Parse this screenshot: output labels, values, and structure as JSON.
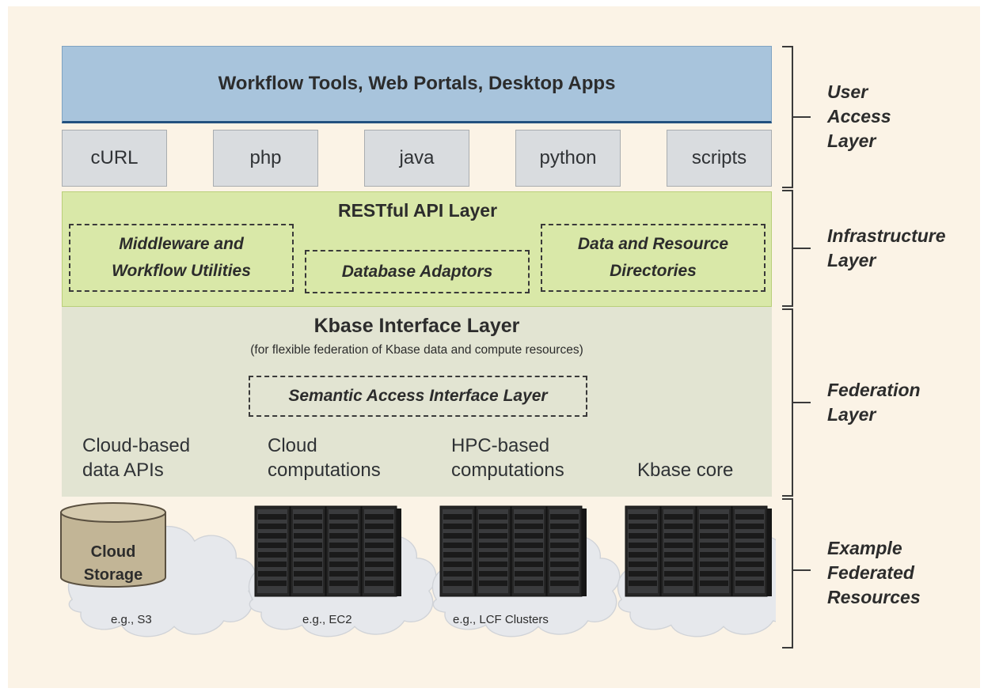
{
  "user_access": {
    "title": "Workflow Tools, Web Portals, Desktop Apps",
    "clients": [
      "cURL",
      "php",
      "java",
      "python",
      "scripts"
    ]
  },
  "infrastructure": {
    "title": "RESTful API Layer",
    "boxes": [
      {
        "line1": "Middleware and",
        "line2": "Workflow Utilities"
      },
      {
        "line1": "Database Adaptors"
      },
      {
        "line1": "Data and Resource",
        "line2": "Directories"
      }
    ]
  },
  "federation": {
    "title": "Kbase Interface Layer",
    "subtitle": "(for flexible federation of Kbase data and compute resources)",
    "semantic_box": "Semantic Access Interface Layer",
    "resource_types": [
      {
        "line1": "Cloud-based",
        "line2": "data APIs"
      },
      {
        "line1": "Cloud",
        "line2": "computations"
      },
      {
        "line1": "HPC-based",
        "line2": "computations"
      },
      {
        "line1": "Kbase core"
      }
    ]
  },
  "resources": {
    "storage_label_1": "Cloud",
    "storage_label_2": "Storage",
    "examples": [
      "e.g., S3",
      "e.g., EC2",
      "e.g., LCF Clusters"
    ]
  },
  "side_labels": [
    {
      "line1": "User",
      "line2": "Access",
      "line3": "Layer"
    },
    {
      "line1": "Infrastructure",
      "line2": "Layer"
    },
    {
      "line1": "Federation",
      "line2": "Layer"
    },
    {
      "line1": "Example",
      "line2": "Federated",
      "line3": "Resources"
    }
  ],
  "colors": {
    "user_access_bar": "#a8c4dc",
    "client_box": "#d9dcdf",
    "infrastructure": "#d9e8a8",
    "federation": "#e2e4d2",
    "background": "#fbf3e6",
    "cloud": "#e6e8ec",
    "storage": "#c2b596"
  },
  "icons": [
    "cylinder-storage-icon",
    "server-rack-icon",
    "cloud-icon"
  ]
}
